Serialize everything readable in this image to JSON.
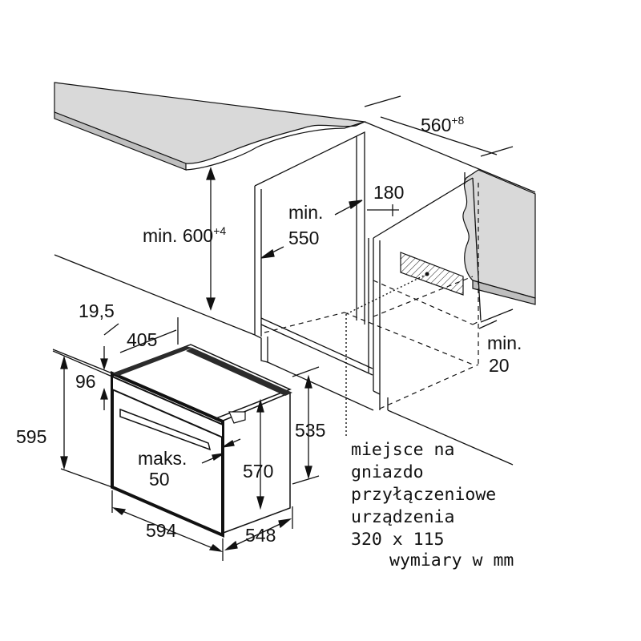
{
  "colors": {
    "line": "#111111",
    "worktop": "#d9d9d9",
    "oven": "#2b2b2b",
    "background": "#ffffff"
  },
  "dimensions": {
    "niche_width": "560",
    "niche_width_tolerance": "+8",
    "vent_depth": "180",
    "min_height_prefix": "min. ",
    "min_height": "600",
    "min_height_tolerance": "+4",
    "niche_depth_prefix": "min.",
    "niche_depth": "550",
    "side_gap_prefix": "min.",
    "side_gap": "20",
    "frame_thickness": "19,5",
    "panel_depth": "405",
    "control_height": "96",
    "total_height": "595",
    "body_height": "535",
    "inner_height": "570",
    "handle_depth_prefix": "maks.",
    "handle_depth": "50",
    "total_width": "594",
    "body_depth": "548"
  },
  "note": {
    "socket_line1": "miejsce na",
    "socket_line2": "gniazdo",
    "socket_line3": "przyłączeniowe",
    "socket_line4": "urządzenia",
    "socket_size": "320 x 115",
    "units": "wymiary w mm"
  }
}
